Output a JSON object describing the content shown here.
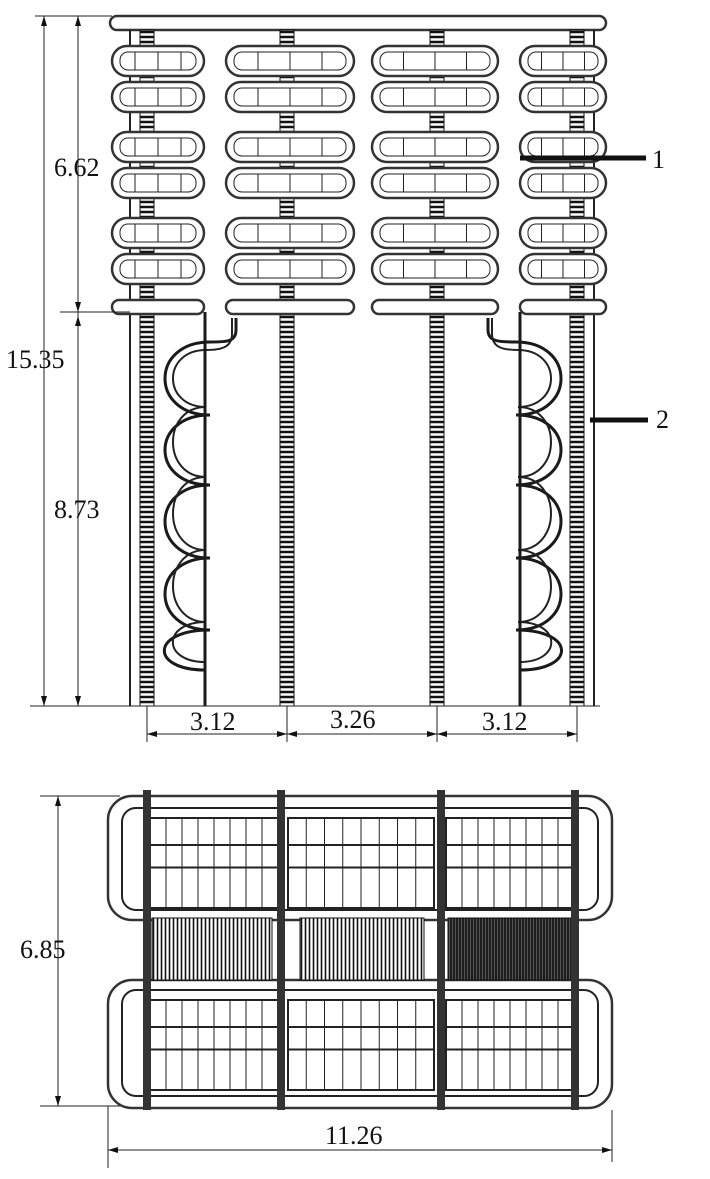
{
  "diagram": {
    "elevation_view": {
      "dim_total_height": "15.35",
      "dim_upper_height": "6.62",
      "dim_lower_height": "8.73",
      "spacing_left": "3.12",
      "spacing_middle": "3.26",
      "spacing_right": "3.12",
      "callout_1": "1",
      "callout_2": "2"
    },
    "plan_view": {
      "dim_depth": "6.85",
      "dim_width": "11.26"
    }
  }
}
